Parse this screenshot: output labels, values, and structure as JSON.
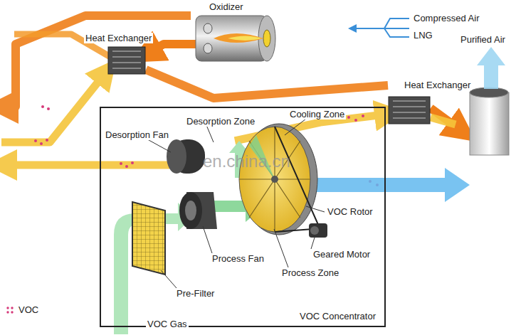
{
  "diagram": {
    "nodes": [
      {
        "text": [
          "VOC Concentrator"
        ]
      }
    ],
    "labels": [
      "Oxidizer",
      "Compressed Air",
      "LNG",
      "Purified Air",
      "Heat Exchanger",
      "Heat Exchanger",
      "Desorption Zone",
      "Cooling Zone",
      "Desorption Fan",
      "en.china.cn",
      "VOC Rotor",
      "Geared Motor",
      "Process Fan",
      "Process Zone",
      "Pre-Filter",
      "VOC Gas"
    ],
    "legend": [
      {
        "text": "VOC"
      }
    ]
  }
}
